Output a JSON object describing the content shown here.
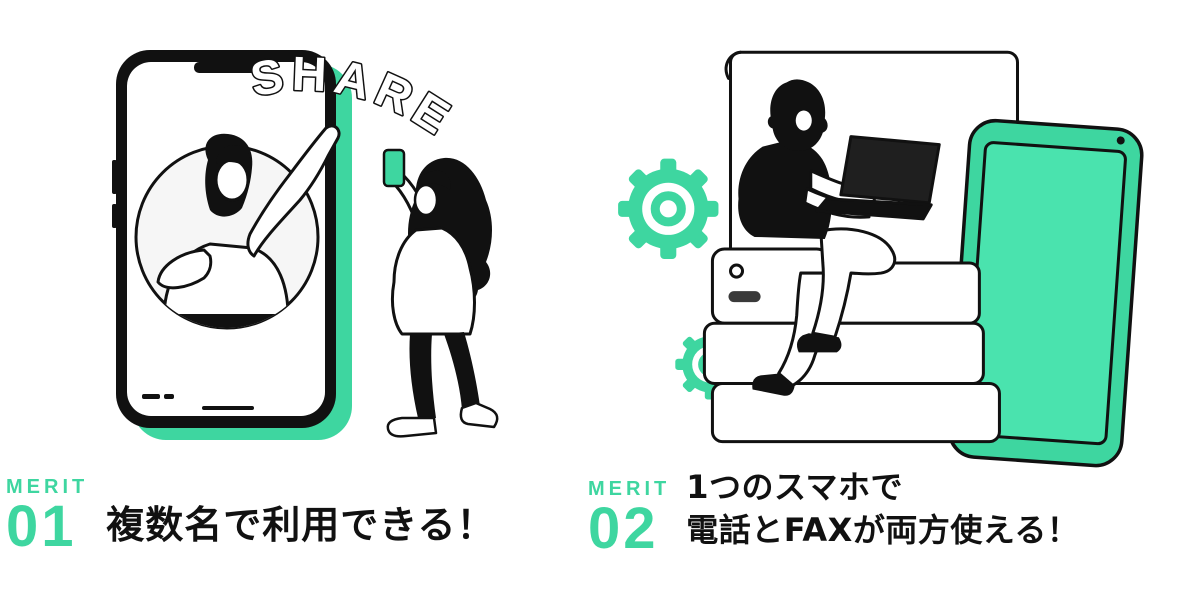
{
  "page": {
    "background": "#ffffff",
    "accent_green": "#3ed6a0",
    "accent_green_light": "#4ae3ae",
    "ink": "#111111"
  },
  "merits": [
    {
      "label": "MERIT",
      "number": "01",
      "lines": [
        "複数名で利用できる！"
      ],
      "illustration": {
        "name": "phone-share-illustration",
        "share_text": "SHARE"
      }
    },
    {
      "label": "MERIT",
      "number": "02",
      "lines": [
        "1つのスマホで",
        "電話とFAXが両方使える！"
      ],
      "illustration": {
        "name": "phone-fax-illustration"
      }
    }
  ]
}
